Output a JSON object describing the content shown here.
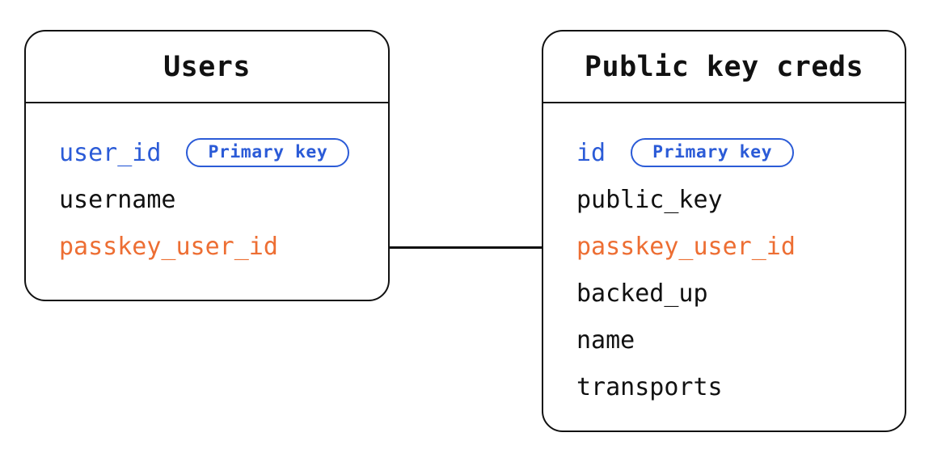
{
  "diagram": {
    "type": "entity-relationship",
    "colors": {
      "ink": "#111111",
      "primary_key": "#2B5BD7",
      "foreign_key": "#ED6E33",
      "background": "#FFFFFF"
    },
    "tables": [
      {
        "title": "Users",
        "fields": [
          {
            "name": "user_id",
            "role": "primary",
            "badge": "Primary key"
          },
          {
            "name": "username",
            "role": "plain"
          },
          {
            "name": "passkey_user_id",
            "role": "foreign"
          }
        ]
      },
      {
        "title": "Public key creds",
        "fields": [
          {
            "name": "id",
            "role": "primary",
            "badge": "Primary key"
          },
          {
            "name": "public_key",
            "role": "plain"
          },
          {
            "name": "passkey_user_id",
            "role": "foreign"
          },
          {
            "name": "backed_up",
            "role": "plain"
          },
          {
            "name": "name",
            "role": "plain"
          },
          {
            "name": "transports",
            "role": "plain"
          }
        ]
      }
    ],
    "relation": {
      "from": "Users.passkey_user_id",
      "to": "Public key creds.passkey_user_id",
      "style": "straight-line"
    }
  }
}
